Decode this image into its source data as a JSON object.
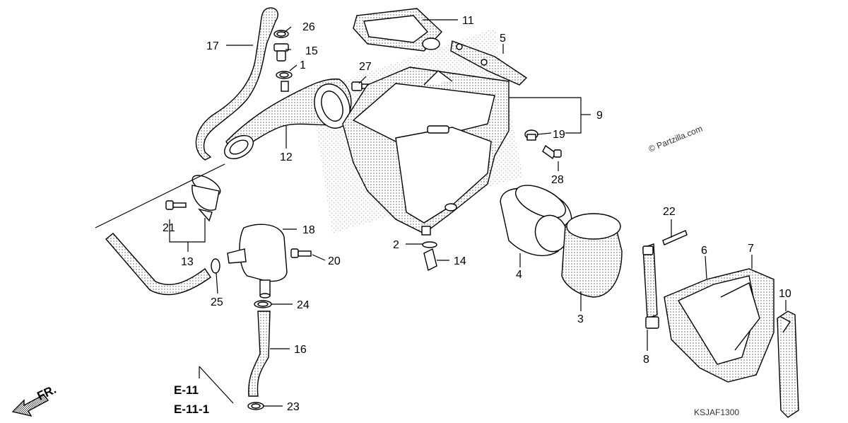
{
  "parts": [
    {
      "id": "p1",
      "label": "1"
    },
    {
      "id": "p2",
      "label": "2"
    },
    {
      "id": "p3",
      "label": "3"
    },
    {
      "id": "p4",
      "label": "4"
    },
    {
      "id": "p5",
      "label": "5"
    },
    {
      "id": "p6",
      "label": "6"
    },
    {
      "id": "p7",
      "label": "7"
    },
    {
      "id": "p8",
      "label": "8"
    },
    {
      "id": "p9",
      "label": "9"
    },
    {
      "id": "p10",
      "label": "10"
    },
    {
      "id": "p11",
      "label": "11"
    },
    {
      "id": "p12",
      "label": "12"
    },
    {
      "id": "p13",
      "label": "13"
    },
    {
      "id": "p14",
      "label": "14"
    },
    {
      "id": "p15",
      "label": "15"
    },
    {
      "id": "p16",
      "label": "16"
    },
    {
      "id": "p17",
      "label": "17"
    },
    {
      "id": "p18",
      "label": "18"
    },
    {
      "id": "p19",
      "label": "19"
    },
    {
      "id": "p20",
      "label": "20"
    },
    {
      "id": "p21",
      "label": "21"
    },
    {
      "id": "p22",
      "label": "22"
    },
    {
      "id": "p23",
      "label": "23"
    },
    {
      "id": "p24",
      "label": "24"
    },
    {
      "id": "p25",
      "label": "25"
    },
    {
      "id": "p26",
      "label": "26"
    },
    {
      "id": "p27",
      "label": "27"
    },
    {
      "id": "p28",
      "label": "28"
    }
  ],
  "references": {
    "ref1": "E-11",
    "ref2": "E-11-1"
  },
  "front_indicator": "FR.",
  "watermark": "© Partzilla.com",
  "diagram_code": "KSJAF1300",
  "colors": {
    "line": "#000000",
    "background": "#ffffff",
    "hatch": "#bdbdbd"
  }
}
